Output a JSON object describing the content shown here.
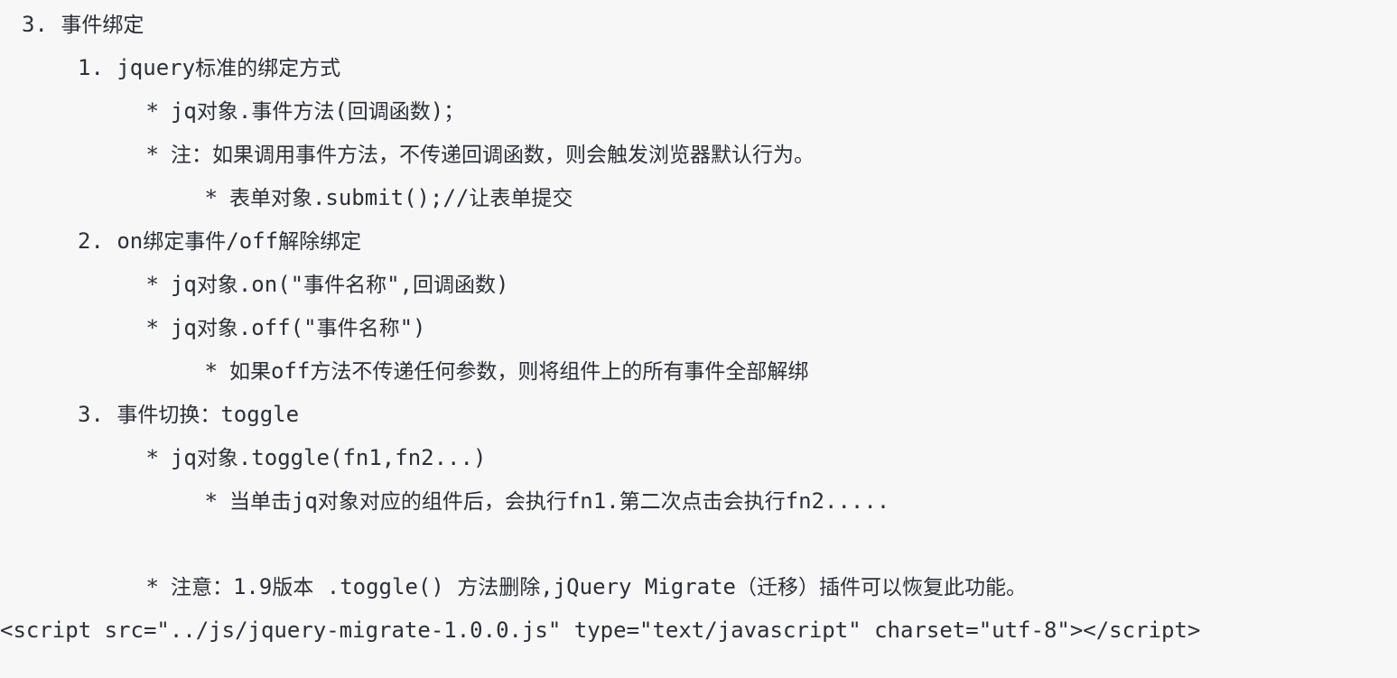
{
  "document": {
    "background_color": "#f7f7f7",
    "text_color": "#2d3038",
    "blocks": [
      {
        "id": "heading",
        "level": 1,
        "marker": "3.",
        "text": "事件绑定",
        "full_text": "3. 事件绑定"
      },
      {
        "id": "item-1",
        "level": 2,
        "marker": "1.",
        "text": "jquery标准的绑定方式",
        "full_text": "1. jquery标准的绑定方式"
      },
      {
        "id": "item-1-b1",
        "level": 3,
        "marker": "*",
        "text": "jq对象.事件方法(回调函数);",
        "full_text": "* jq对象.事件方法(回调函数);"
      },
      {
        "id": "item-1-b2",
        "level": 3,
        "marker": "*",
        "text": "注：如果调用事件方法，不传递回调函数，则会触发浏览器默认行为。",
        "full_text": "* 注：如果调用事件方法，不传递回调函数，则会触发浏览器默认行为。"
      },
      {
        "id": "item-1-b2-s1",
        "level": 4,
        "marker": "*",
        "text": "表单对象.submit();//让表单提交",
        "full_text": "* 表单对象.submit();//让表单提交"
      },
      {
        "id": "item-2",
        "level": 2,
        "marker": "2.",
        "text": "on绑定事件/off解除绑定",
        "full_text": "2. on绑定事件/off解除绑定"
      },
      {
        "id": "item-2-b1",
        "level": 3,
        "marker": "*",
        "text": "jq对象.on(\"事件名称\",回调函数)",
        "full_text": "* jq对象.on(\"事件名称\",回调函数)"
      },
      {
        "id": "item-2-b2",
        "level": 3,
        "marker": "*",
        "text": "jq对象.off(\"事件名称\")",
        "full_text": "* jq对象.off(\"事件名称\")"
      },
      {
        "id": "item-2-b2-s1",
        "level": 4,
        "marker": "*",
        "text": "如果off方法不传递任何参数，则将组件上的所有事件全部解绑",
        "full_text": "* 如果off方法不传递任何参数，则将组件上的所有事件全部解绑"
      },
      {
        "id": "item-3",
        "level": 2,
        "marker": "3.",
        "text": "事件切换：toggle",
        "full_text": "3. 事件切换：toggle"
      },
      {
        "id": "item-3-b1",
        "level": 3,
        "marker": "*",
        "text": "jq对象.toggle(fn1,fn2...)",
        "full_text": "* jq对象.toggle(fn1,fn2...)"
      },
      {
        "id": "item-3-b1-s1",
        "level": 4,
        "marker": "*",
        "text": "当单击jq对象对应的组件后，会执行fn1.第二次点击会执行fn2.....",
        "full_text": "* 当单击jq对象对应的组件后，会执行fn1.第二次点击会执行fn2....."
      },
      {
        "id": "note",
        "level": 3,
        "marker": "*",
        "text": "注意：1.9版本 .toggle() 方法删除,jQuery Migrate（迁移）插件可以恢复此功能。",
        "full_text": "* 注意：1.9版本 .toggle() 方法删除,jQuery Migrate（迁移）插件可以恢复此功能。"
      },
      {
        "id": "script-snippet",
        "level": 5,
        "marker": "",
        "text": "<script src=\"../js/jquery-migrate-1.0.0.js\" type=\"text/javascript\" charset=\"utf-8\"></script>",
        "full_text": "<script src=\"../js/jquery-migrate-1.0.0.js\" type=\"text/javascript\" charset=\"utf-8\"></script>"
      }
    ],
    "segments": {
      "heading": [
        {
          "t": "3.",
          "k": "mono"
        },
        {
          "t": " ",
          "k": "mono"
        },
        {
          "t": "事件绑定",
          "k": "cjk"
        }
      ],
      "item_1": [
        {
          "t": "1.",
          "k": "mono"
        },
        {
          "t": " ",
          "k": "mono"
        },
        {
          "t": "jquery",
          "k": "mono"
        },
        {
          "t": "标准的绑定方式",
          "k": "cjk"
        }
      ],
      "item_1_b1": [
        {
          "t": "*",
          "k": "bullet"
        },
        {
          "t": " ",
          "k": "mono"
        },
        {
          "t": "jq",
          "k": "mono"
        },
        {
          "t": "对象",
          "k": "cjk"
        },
        {
          "t": ".",
          "k": "mono"
        },
        {
          "t": "事件方法",
          "k": "cjk"
        },
        {
          "t": "(",
          "k": "mono"
        },
        {
          "t": "回调函数",
          "k": "cjk"
        },
        {
          "t": ")",
          "k": "mono"
        },
        {
          "t": "；",
          "k": "cjk"
        }
      ],
      "item_1_b2": [
        {
          "t": "*",
          "k": "bullet"
        },
        {
          "t": " ",
          "k": "mono"
        },
        {
          "t": "注：如果调用事件方法，不传递回调函数，则会触发浏览器默认行为。",
          "k": "cjk"
        }
      ],
      "item_1_b2_s1": [
        {
          "t": "*",
          "k": "bullet"
        },
        {
          "t": " ",
          "k": "mono"
        },
        {
          "t": "表单对象",
          "k": "cjk"
        },
        {
          "t": ".submit();//",
          "k": "mono"
        },
        {
          "t": "让表单提交",
          "k": "cjk"
        }
      ],
      "item_2": [
        {
          "t": "2.",
          "k": "mono"
        },
        {
          "t": " ",
          "k": "mono"
        },
        {
          "t": "on",
          "k": "mono"
        },
        {
          "t": "绑定事件",
          "k": "cjk"
        },
        {
          "t": "/off",
          "k": "mono"
        },
        {
          "t": "解除绑定",
          "k": "cjk"
        }
      ],
      "item_2_b1": [
        {
          "t": "*",
          "k": "bullet"
        },
        {
          "t": " ",
          "k": "mono"
        },
        {
          "t": "jq",
          "k": "mono"
        },
        {
          "t": "对象",
          "k": "cjk"
        },
        {
          "t": ".on(\"",
          "k": "mono"
        },
        {
          "t": "事件名称",
          "k": "cjk"
        },
        {
          "t": "\",",
          "k": "mono"
        },
        {
          "t": "回调函数",
          "k": "cjk"
        },
        {
          "t": ")",
          "k": "mono"
        }
      ],
      "item_2_b2": [
        {
          "t": "*",
          "k": "bullet"
        },
        {
          "t": " ",
          "k": "mono"
        },
        {
          "t": "jq",
          "k": "mono"
        },
        {
          "t": "对象",
          "k": "cjk"
        },
        {
          "t": ".off(\"",
          "k": "mono"
        },
        {
          "t": "事件名称",
          "k": "cjk"
        },
        {
          "t": "\")",
          "k": "mono"
        }
      ],
      "item_2_b2_s1": [
        {
          "t": "*",
          "k": "bullet"
        },
        {
          "t": " ",
          "k": "mono"
        },
        {
          "t": "如果",
          "k": "cjk"
        },
        {
          "t": "off",
          "k": "mono"
        },
        {
          "t": "方法不传递任何参数，则将组件上的所有事件全部解绑",
          "k": "cjk"
        }
      ],
      "item_3": [
        {
          "t": "3.",
          "k": "mono"
        },
        {
          "t": " ",
          "k": "mono"
        },
        {
          "t": "事件切换：",
          "k": "cjk"
        },
        {
          "t": "toggle",
          "k": "mono"
        }
      ],
      "item_3_b1": [
        {
          "t": "*",
          "k": "bullet"
        },
        {
          "t": " ",
          "k": "mono"
        },
        {
          "t": "jq",
          "k": "mono"
        },
        {
          "t": "对象",
          "k": "cjk"
        },
        {
          "t": ".toggle(fn1,fn2...)",
          "k": "mono"
        }
      ],
      "item_3_b1_s1": [
        {
          "t": "*",
          "k": "bullet"
        },
        {
          "t": " ",
          "k": "mono"
        },
        {
          "t": "当单击",
          "k": "cjk"
        },
        {
          "t": "jq",
          "k": "mono"
        },
        {
          "t": "对象对应的组件后，会执行",
          "k": "cjk"
        },
        {
          "t": "fn1.",
          "k": "mono"
        },
        {
          "t": "第二次点击会执行",
          "k": "cjk"
        },
        {
          "t": "fn2.....",
          "k": "mono"
        }
      ],
      "note": [
        {
          "t": "*",
          "k": "bullet"
        },
        {
          "t": " ",
          "k": "mono"
        },
        {
          "t": "注意：",
          "k": "cjk"
        },
        {
          "t": "1.9",
          "k": "mono"
        },
        {
          "t": "版本",
          "k": "cjk"
        },
        {
          "t": " .toggle() ",
          "k": "mono"
        },
        {
          "t": "方法删除",
          "k": "cjk"
        },
        {
          "t": ",jQuery Migrate",
          "k": "mono"
        },
        {
          "t": "（迁移）插件可以恢复此功能。",
          "k": "cjk"
        }
      ],
      "script_snippet": [
        {
          "t": "<script src=\"../js/jquery-migrate-1.0.0.js\" type=\"text/javascript\" charset=\"utf-8\"></script>",
          "k": "mono"
        }
      ]
    }
  }
}
